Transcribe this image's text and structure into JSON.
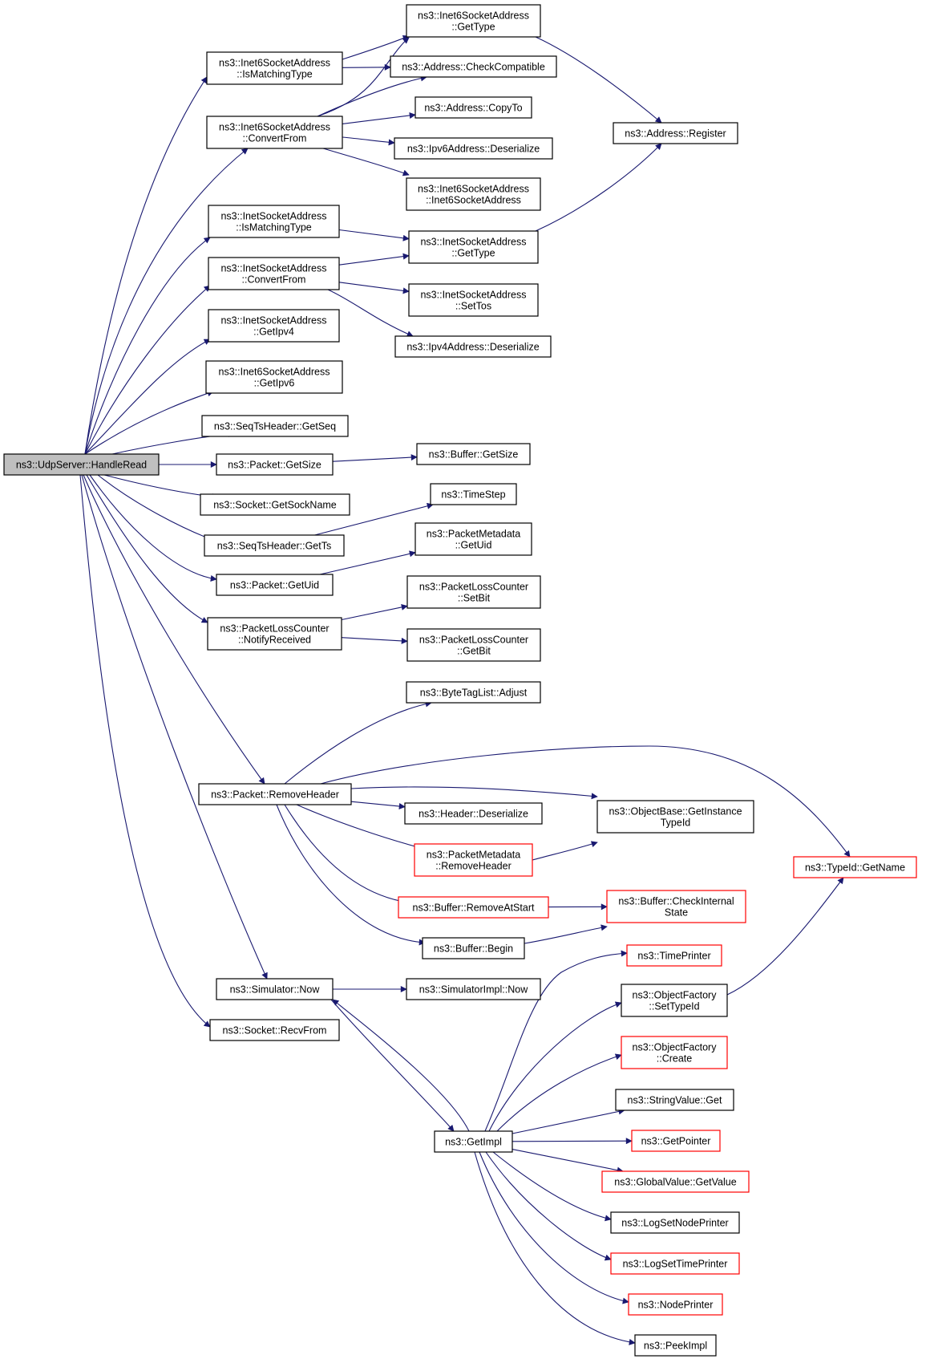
{
  "colors": {
    "edge": "#191970",
    "node_border": "#000000",
    "node_border_external": "#ff0000",
    "node_fill": "#ffffff",
    "root_fill": "#bfbfbf",
    "text": "#000000"
  },
  "nodes": [
    {
      "id": "root",
      "lines": [
        "ns3::UdpServer::HandleRead"
      ],
      "style": "root"
    },
    {
      "id": "i6_ismatch",
      "lines": [
        "ns3::Inet6SocketAddress",
        "::IsMatchingType"
      ],
      "style": "normal"
    },
    {
      "id": "i6_convert",
      "lines": [
        "ns3::Inet6SocketAddress",
        "::ConvertFrom"
      ],
      "style": "normal"
    },
    {
      "id": "i4_ismatch",
      "lines": [
        "ns3::InetSocketAddress",
        "::IsMatchingType"
      ],
      "style": "normal"
    },
    {
      "id": "i4_convert",
      "lines": [
        "ns3::InetSocketAddress",
        "::ConvertFrom"
      ],
      "style": "normal"
    },
    {
      "id": "i4_getipv4",
      "lines": [
        "ns3::InetSocketAddress",
        "::GetIpv4"
      ],
      "style": "normal"
    },
    {
      "id": "i6_getipv6",
      "lines": [
        "ns3::Inet6SocketAddress",
        "::GetIpv6"
      ],
      "style": "normal"
    },
    {
      "id": "seq_getseq",
      "lines": [
        "ns3::SeqTsHeader::GetSeq"
      ],
      "style": "normal"
    },
    {
      "id": "pkt_getsize",
      "lines": [
        "ns3::Packet::GetSize"
      ],
      "style": "normal"
    },
    {
      "id": "sock_getsockname",
      "lines": [
        "ns3::Socket::GetSockName"
      ],
      "style": "normal"
    },
    {
      "id": "seq_getts",
      "lines": [
        "ns3::SeqTsHeader::GetTs"
      ],
      "style": "normal"
    },
    {
      "id": "pkt_getuid",
      "lines": [
        "ns3::Packet::GetUid"
      ],
      "style": "normal"
    },
    {
      "id": "plc_notify",
      "lines": [
        "ns3::PacketLossCounter",
        "::NotifyReceived"
      ],
      "style": "normal"
    },
    {
      "id": "pkt_removeheader",
      "lines": [
        "ns3::Packet::RemoveHeader"
      ],
      "style": "normal"
    },
    {
      "id": "sim_now",
      "lines": [
        "ns3::Simulator::Now"
      ],
      "style": "normal"
    },
    {
      "id": "sock_recvfrom",
      "lines": [
        "ns3::Socket::RecvFrom"
      ],
      "style": "normal"
    },
    {
      "id": "i6_gettype",
      "lines": [
        "ns3::Inet6SocketAddress",
        "::GetType"
      ],
      "style": "normal"
    },
    {
      "id": "addr_checkcompat",
      "lines": [
        "ns3::Address::CheckCompatible"
      ],
      "style": "normal"
    },
    {
      "id": "addr_copyto",
      "lines": [
        "ns3::Address::CopyTo"
      ],
      "style": "normal"
    },
    {
      "id": "ipv6_deser",
      "lines": [
        "ns3::Ipv6Address::Deserialize"
      ],
      "style": "normal"
    },
    {
      "id": "i6_ctor",
      "lines": [
        "ns3::Inet6SocketAddress",
        "::Inet6SocketAddress"
      ],
      "style": "normal"
    },
    {
      "id": "i4_gettype",
      "lines": [
        "ns3::InetSocketAddress",
        "::GetType"
      ],
      "style": "normal"
    },
    {
      "id": "i4_settos",
      "lines": [
        "ns3::InetSocketAddress",
        "::SetTos"
      ],
      "style": "normal"
    },
    {
      "id": "ipv4_deser",
      "lines": [
        "ns3::Ipv4Address::Deserialize"
      ],
      "style": "normal"
    },
    {
      "id": "buf_getsize",
      "lines": [
        "ns3::Buffer::GetSize"
      ],
      "style": "normal"
    },
    {
      "id": "timestep",
      "lines": [
        "ns3::TimeStep"
      ],
      "style": "normal"
    },
    {
      "id": "pm_getuid",
      "lines": [
        "ns3::PacketMetadata",
        "::GetUid"
      ],
      "style": "normal"
    },
    {
      "id": "plc_setbit",
      "lines": [
        "ns3::PacketLossCounter",
        "::SetBit"
      ],
      "style": "normal"
    },
    {
      "id": "plc_getbit",
      "lines": [
        "ns3::PacketLossCounter",
        "::GetBit"
      ],
      "style": "normal"
    },
    {
      "id": "btl_adjust",
      "lines": [
        "ns3::ByteTagList::Adjust"
      ],
      "style": "normal"
    },
    {
      "id": "hdr_deser",
      "lines": [
        "ns3::Header::Deserialize"
      ],
      "style": "normal"
    },
    {
      "id": "pm_removeheader",
      "lines": [
        "ns3::PacketMetadata",
        "::RemoveHeader"
      ],
      "style": "external"
    },
    {
      "id": "buf_removeatstart",
      "lines": [
        "ns3::Buffer::RemoveAtStart"
      ],
      "style": "external"
    },
    {
      "id": "buf_begin",
      "lines": [
        "ns3::Buffer::Begin"
      ],
      "style": "normal"
    },
    {
      "id": "simimpl_now",
      "lines": [
        "ns3::SimulatorImpl::Now"
      ],
      "style": "normal"
    },
    {
      "id": "getimpl",
      "lines": [
        "ns3::GetImpl"
      ],
      "style": "normal"
    },
    {
      "id": "addr_register",
      "lines": [
        "ns3::Address::Register"
      ],
      "style": "normal"
    },
    {
      "id": "ob_getinstance",
      "lines": [
        "ns3::ObjectBase::GetInstance",
        "TypeId"
      ],
      "style": "normal"
    },
    {
      "id": "buf_checkinternal",
      "lines": [
        "ns3::Buffer::CheckInternal",
        "State"
      ],
      "style": "external"
    },
    {
      "id": "timeprinter",
      "lines": [
        "ns3::TimePrinter"
      ],
      "style": "external"
    },
    {
      "id": "of_settypeid",
      "lines": [
        "ns3::ObjectFactory",
        "::SetTypeId"
      ],
      "style": "normal"
    },
    {
      "id": "of_create",
      "lines": [
        "ns3::ObjectFactory",
        "::Create"
      ],
      "style": "external"
    },
    {
      "id": "sv_get",
      "lines": [
        "ns3::StringValue::Get"
      ],
      "style": "normal"
    },
    {
      "id": "getpointer",
      "lines": [
        "ns3::GetPointer"
      ],
      "style": "external"
    },
    {
      "id": "gv_getvalue",
      "lines": [
        "ns3::GlobalValue::GetValue"
      ],
      "style": "external"
    },
    {
      "id": "logsetnode",
      "lines": [
        "ns3::LogSetNodePrinter"
      ],
      "style": "normal"
    },
    {
      "id": "logsettime",
      "lines": [
        "ns3::LogSetTimePrinter"
      ],
      "style": "external"
    },
    {
      "id": "nodeprinter",
      "lines": [
        "ns3::NodePrinter"
      ],
      "style": "external"
    },
    {
      "id": "peekimpl",
      "lines": [
        "ns3::PeekImpl"
      ],
      "style": "normal"
    },
    {
      "id": "typeid_getname",
      "lines": [
        "ns3::TypeId::GetName"
      ],
      "style": "external"
    }
  ],
  "edges": [
    {
      "from": "root",
      "to": "i6_ismatch"
    },
    {
      "from": "root",
      "to": "i6_convert"
    },
    {
      "from": "root",
      "to": "i4_ismatch"
    },
    {
      "from": "root",
      "to": "i4_convert"
    },
    {
      "from": "root",
      "to": "i4_getipv4"
    },
    {
      "from": "root",
      "to": "i6_getipv6"
    },
    {
      "from": "root",
      "to": "seq_getseq"
    },
    {
      "from": "root",
      "to": "pkt_getsize"
    },
    {
      "from": "root",
      "to": "sock_getsockname"
    },
    {
      "from": "root",
      "to": "seq_getts"
    },
    {
      "from": "root",
      "to": "pkt_getuid"
    },
    {
      "from": "root",
      "to": "plc_notify"
    },
    {
      "from": "root",
      "to": "pkt_removeheader"
    },
    {
      "from": "root",
      "to": "sim_now"
    },
    {
      "from": "root",
      "to": "sock_recvfrom"
    },
    {
      "from": "i6_ismatch",
      "to": "i6_gettype"
    },
    {
      "from": "i6_ismatch",
      "to": "addr_checkcompat"
    },
    {
      "from": "i6_convert",
      "to": "i6_gettype"
    },
    {
      "from": "i6_convert",
      "to": "addr_checkcompat"
    },
    {
      "from": "i6_convert",
      "to": "addr_copyto"
    },
    {
      "from": "i6_convert",
      "to": "ipv6_deser"
    },
    {
      "from": "i6_convert",
      "to": "i6_ctor"
    },
    {
      "from": "i6_gettype",
      "to": "addr_register"
    },
    {
      "from": "i4_ismatch",
      "to": "i4_gettype"
    },
    {
      "from": "i4_convert",
      "to": "i4_gettype"
    },
    {
      "from": "i4_convert",
      "to": "i4_settos"
    },
    {
      "from": "i4_convert",
      "to": "ipv4_deser"
    },
    {
      "from": "i4_gettype",
      "to": "addr_register"
    },
    {
      "from": "pkt_getsize",
      "to": "buf_getsize"
    },
    {
      "from": "seq_getts",
      "to": "timestep"
    },
    {
      "from": "pkt_getuid",
      "to": "pm_getuid"
    },
    {
      "from": "plc_notify",
      "to": "plc_setbit"
    },
    {
      "from": "plc_notify",
      "to": "plc_getbit"
    },
    {
      "from": "pkt_removeheader",
      "to": "btl_adjust"
    },
    {
      "from": "pkt_removeheader",
      "to": "typeid_getname"
    },
    {
      "from": "pkt_removeheader",
      "to": "ob_getinstance"
    },
    {
      "from": "pkt_removeheader",
      "to": "hdr_deser"
    },
    {
      "from": "pkt_removeheader",
      "to": "pm_removeheader"
    },
    {
      "from": "pkt_removeheader",
      "to": "buf_removeatstart"
    },
    {
      "from": "pkt_removeheader",
      "to": "buf_begin"
    },
    {
      "from": "pm_removeheader",
      "to": "ob_getinstance"
    },
    {
      "from": "buf_removeatstart",
      "to": "buf_checkinternal"
    },
    {
      "from": "buf_begin",
      "to": "buf_checkinternal"
    },
    {
      "from": "sim_now",
      "to": "simimpl_now"
    },
    {
      "from": "sim_now",
      "to": "getimpl"
    },
    {
      "from": "getimpl",
      "to": "sim_now"
    },
    {
      "from": "getimpl",
      "to": "timeprinter"
    },
    {
      "from": "getimpl",
      "to": "of_settypeid"
    },
    {
      "from": "getimpl",
      "to": "of_create"
    },
    {
      "from": "getimpl",
      "to": "sv_get"
    },
    {
      "from": "getimpl",
      "to": "getpointer"
    },
    {
      "from": "getimpl",
      "to": "gv_getvalue"
    },
    {
      "from": "getimpl",
      "to": "logsetnode"
    },
    {
      "from": "getimpl",
      "to": "logsettime"
    },
    {
      "from": "getimpl",
      "to": "nodeprinter"
    },
    {
      "from": "getimpl",
      "to": "peekimpl"
    },
    {
      "from": "of_settypeid",
      "to": "typeid_getname"
    }
  ]
}
